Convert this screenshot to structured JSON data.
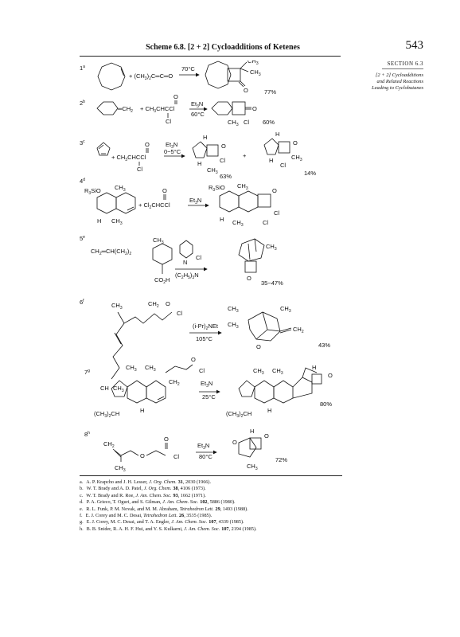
{
  "header": {
    "title": "Scheme 6.8.  [2 + 2] Cycloadditions of Ketenes",
    "page_number": "543",
    "section_label": "SECTION 6.3",
    "section_title_1": "[2 + 2] Cycloadditions",
    "section_title_2": "and Related Reactions",
    "section_title_3": "Leading to Cyclobutanes"
  },
  "entries": {
    "e1": {
      "num": "1",
      "sup": "a",
      "reagent": "+ (CH",
      "reagent_sub": "3",
      "reagent_end": ")",
      "reagent_sub2": "2",
      "reagent_tail": "C═C═O",
      "cond": "70°C",
      "prod_label_1": "CH",
      "prod_label_1_sub": "3",
      "prod_label_2": "CH",
      "prod_label_2_sub": "3",
      "o_label": "O",
      "yield": "77%"
    },
    "e2": {
      "num": "2",
      "sup": "b",
      "sub_a": "═CH",
      "sub_a_sub": "2",
      "reagent_a": "+ CH",
      "reagent_a_sub": "3",
      "reagent_b": "CHCCl",
      "o_label": "O",
      "cl_label": "Cl",
      "cond1": "Et",
      "cond1_sub": "3",
      "cond1_end": "N",
      "cond2": "60°C",
      "prod_o": "O",
      "prod_ch3": "CH",
      "prod_ch3_sub": "3",
      "prod_cl": "Cl",
      "yield": "60%"
    },
    "e3": {
      "num": "3",
      "sup": "c",
      "reagent_a": "+ CH",
      "reagent_a_sub": "3",
      "reagent_b": "CHCCl",
      "o_label": "O",
      "cl_label": "Cl",
      "cond1": "Et",
      "cond1_sub": "3",
      "cond1_end": "N",
      "cond2": "0−5°C",
      "p1_h_top": "H",
      "p1_o": "O",
      "p1_cl": "Cl",
      "p1_h": "H",
      "p1_ch3": "CH",
      "p1_ch3_sub": "3",
      "p1_yield": "63%",
      "plus": "+",
      "p2_h_top": "H",
      "p2_o": "O",
      "p2_ch3": "CH",
      "p2_ch3_sub": "3",
      "p2_h": "H",
      "p2_cl": "Cl",
      "p2_yield": "14%"
    },
    "e4": {
      "num": "4",
      "sup": "d",
      "r_siO": "R",
      "r_siO_sub": "3",
      "r_siO_end": "SiO",
      "ch3_a": "CH",
      "ch3_a_sub": "3",
      "h_label": "H",
      "ch3_b": "CH",
      "ch3_b_sub": "3",
      "reagent_a": "+ Cl",
      "reagent_a_sub": "2",
      "reagent_b": "CHCCl",
      "o_label": "O",
      "cond": "Et",
      "cond_sub": "3",
      "cond_end": "N",
      "p_siO": "R",
      "p_siO_sub": "3",
      "p_siO_end": "SiO",
      "p_ch3": "CH",
      "p_ch3_sub": "3",
      "p_o": "O",
      "p_cl1": "Cl",
      "p_cl2": "Cl",
      "p_h": "H",
      "p_ch3b": "CH",
      "p_ch3b_sub": "3"
    },
    "e5": {
      "num": "5",
      "sup": "e",
      "chain": "CH",
      "chain_sub": "2",
      "chain_b": "═CH(CH",
      "chain_b_sub": "2",
      "chain_c": ")",
      "chain_c_sub": "2",
      "ch3": "CH",
      "ch3_sub": "3",
      "co2h": "CO",
      "co2h_sub": "2",
      "co2h_end": "H",
      "n_label": "N",
      "cl_label": "Cl",
      "cond": "(C",
      "cond_sub": "2",
      "cond_b": "H",
      "cond_sub2": "5",
      "cond_c": ")",
      "cond_sub3": "3",
      "cond_d": "N",
      "p_ch3": "CH",
      "p_ch3_sub": "3",
      "p_o": "O",
      "yield": "35−47%"
    },
    "e6": {
      "num": "6",
      "sup": "f",
      "ch3_a": "CH",
      "ch3_a_sub": "3",
      "ch2": "CH",
      "ch2_sub": "2",
      "o_label": "O",
      "cl_label": "Cl",
      "ch": "CH",
      "ch3_b": "CH",
      "ch3_b_sub": "3",
      "cond1": "(i-Pr)",
      "cond1_sub": "2",
      "cond1_end": "NEt",
      "cond2": "105°C",
      "p_ch3a": "CH",
      "p_ch3a_sub": "3",
      "p_ch3b": "CH",
      "p_ch3b_sub": "3",
      "p_ch3c": "CH",
      "p_ch3c_sub": "3",
      "p_ch2": "CH",
      "p_ch2_sub": "2",
      "p_o": "O",
      "yield": "43%"
    },
    "e7": {
      "num": "7",
      "sup": "g",
      "ch3_a": "CH",
      "ch3_a_sub": "3",
      "ch3_b": "CH",
      "ch3_b_sub": "3",
      "o_label": "O",
      "cl_label": "Cl",
      "ch2": "CH",
      "ch2_sub": "2",
      "h_label": "H",
      "ipr": "(CH",
      "ipr_sub": "3",
      "ipr_end": ")",
      "ipr_sub2": "2",
      "ipr_tail": "CH",
      "cond1": "Et",
      "cond1_sub": "3",
      "cond1_end": "N",
      "cond2": "25°C",
      "p_ch3a": "CH",
      "p_ch3a_sub": "3",
      "p_ch3b": "CH",
      "p_ch3b_sub": "3",
      "p_h_top": "H",
      "p_o": "O",
      "p_h": "H",
      "p_ipr": "(CH",
      "p_ipr_sub": "3",
      "p_ipr_end": ")",
      "p_ipr_sub2": "2",
      "p_ipr_tail": "CH",
      "yield": "80%"
    },
    "e8": {
      "num": "8",
      "sup": "h",
      "ch2": "CH",
      "ch2_sub": "2",
      "o_ether": "O",
      "o_label": "O",
      "cl_label": "Cl",
      "ch3": "CH",
      "ch3_sub": "3",
      "cond1": "Et",
      "cond1_sub": "3",
      "cond1_end": "N",
      "cond2": "80°C",
      "p_h": "H",
      "p_o_ring": "O",
      "p_o": "O",
      "p_ch3": "CH",
      "p_ch3_sub": "3",
      "yield": "72%"
    }
  },
  "references": [
    {
      "label": "a.",
      "text_a": "A. P. Krapcho and J. H. Lesser, ",
      "journal": "J. Org. Chem.",
      "vol": "31",
      "rest": ", 2030 (1966)."
    },
    {
      "label": "b.",
      "text_a": "W. T. Brady and A. D. Patel, ",
      "journal": "J. Org. Chem.",
      "vol": "38",
      "rest": ", 4106 (1973)."
    },
    {
      "label": "c.",
      "text_a": "W. T. Brady and R. Roe, ",
      "journal": "J. Am. Chem. Soc.",
      "vol": "93",
      "rest": ", 1662 (1971)."
    },
    {
      "label": "d.",
      "text_a": "P. A. Grieco, T. Oguri, and S. Gilman, ",
      "journal": "J. Am. Chem. Soc.",
      "vol": "102",
      "rest": ", 5886 (1980)."
    },
    {
      "label": "e.",
      "text_a": "R. L. Funk, P. M. Novak, and M. M. Abraham, ",
      "journal": "Tetrahedron Lett.",
      "vol": "29",
      "rest": ", 1493 (1988)."
    },
    {
      "label": "f.",
      "text_a": "E. J. Corey and M. C. Desai, ",
      "journal": "Tetrahedron Lett.",
      "vol": "26",
      "rest": ", 3535 (1985)."
    },
    {
      "label": "g.",
      "text_a": "E. J. Corey, M. C. Desai, and T. A. Engler, ",
      "journal": "J. Am. Chem. Soc.",
      "vol": "107",
      "rest": ", 4339 (1985)."
    },
    {
      "label": "h.",
      "text_a": "B. B. Snider, R. A. H. F. Hui, and Y. S. Kulkarni, ",
      "journal": "J. Am. Chem. Soc.",
      "vol": "107",
      "rest": ", 2194 (1985)."
    }
  ]
}
